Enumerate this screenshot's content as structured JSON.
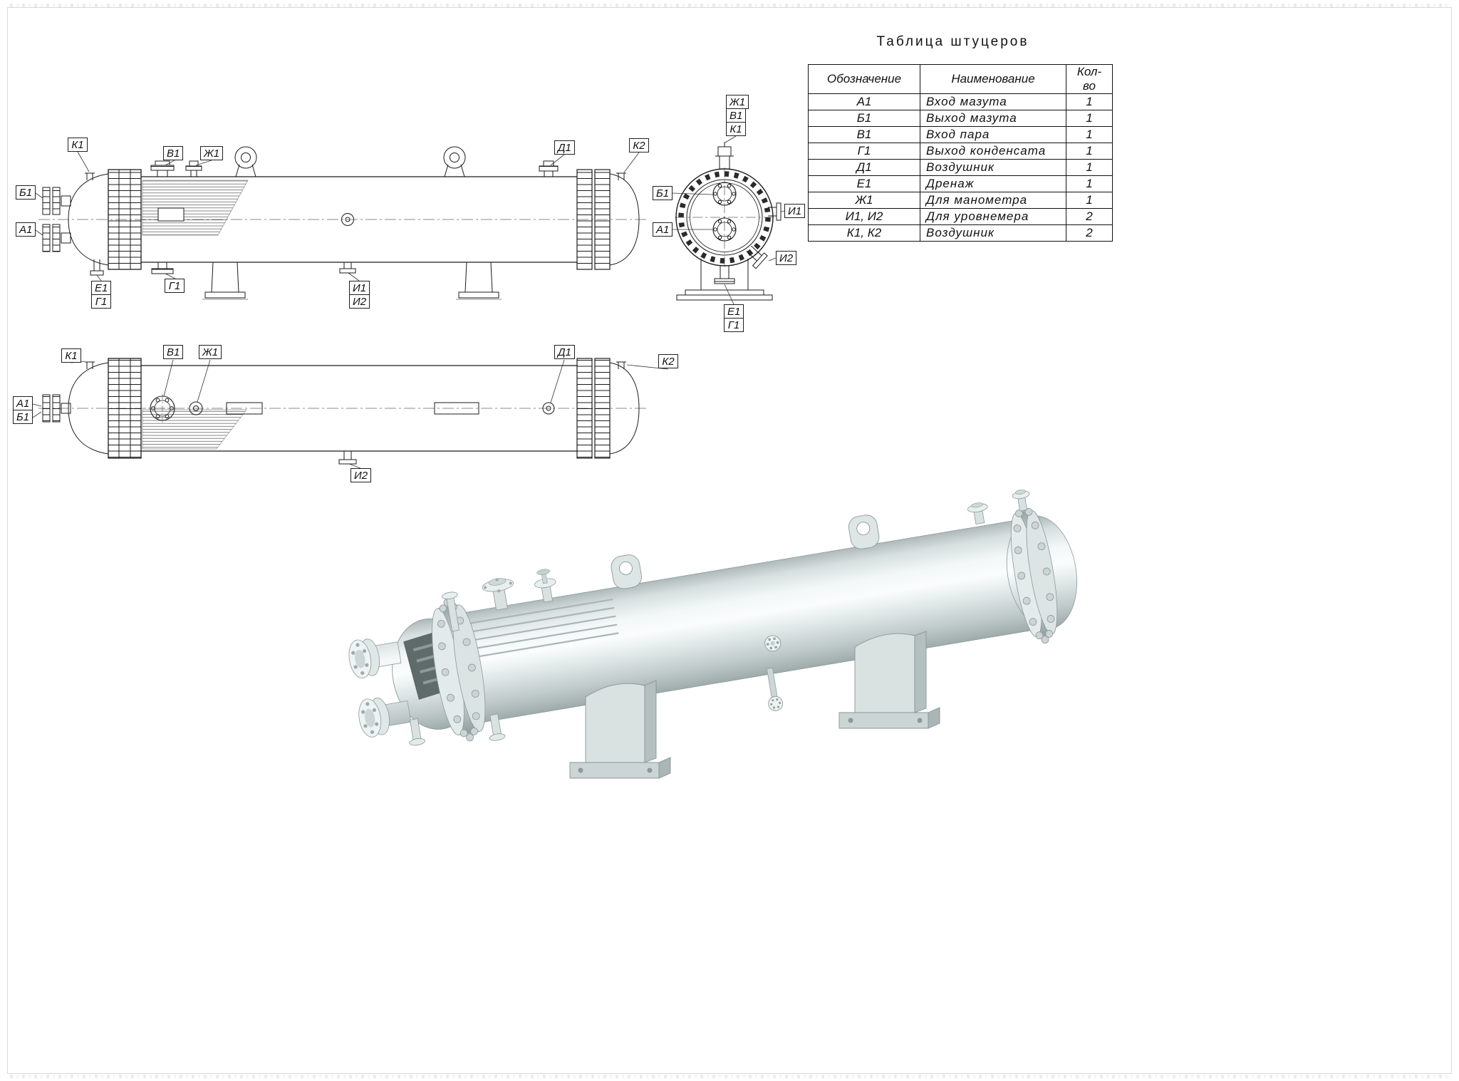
{
  "table_title": "Таблица штуцеров",
  "table": {
    "headers": [
      "Обозначение",
      "Наименование",
      "Кол- во"
    ],
    "rows": [
      {
        "code": "А1",
        "name": "Вход мазута",
        "qty": "1"
      },
      {
        "code": "Б1",
        "name": "Выход мазута",
        "qty": "1"
      },
      {
        "code": "В1",
        "name": "Вход пара",
        "qty": "1"
      },
      {
        "code": "Г1",
        "name": "Выход конденсата",
        "qty": "1"
      },
      {
        "code": "Д1",
        "name": "Воздушник",
        "qty": "1"
      },
      {
        "code": "Е1",
        "name": "Дренаж",
        "qty": "1"
      },
      {
        "code": "Ж1",
        "name": "Для манометра",
        "qty": "1"
      },
      {
        "code": "И1, И2",
        "name": "Для уровнемера",
        "qty": "2"
      },
      {
        "code": "К1, К2",
        "name": "Воздушник",
        "qty": "2"
      }
    ]
  },
  "labels": {
    "a1": "А1",
    "b1": "Б1",
    "v1": "В1",
    "g1": "Г1",
    "d1": "Д1",
    "e1": "Е1",
    "zh1": "Ж1",
    "i1": "И1",
    "i2": "И2",
    "k1": "К1",
    "k2": "К2"
  }
}
